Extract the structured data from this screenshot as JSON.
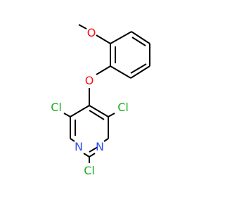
{
  "molecule": {
    "atoms": {
      "methoxy_oxygen": "O",
      "ether_oxygen": "O",
      "chlorine_left": "Cl",
      "chlorine_right": "Cl",
      "chlorine_bottom": "Cl",
      "nitrogen_left": "N",
      "nitrogen_right": "N"
    },
    "colors": {
      "oxygen": "#ff0d0d",
      "chlorine": "#1fae1f",
      "nitrogen": "#3050f8",
      "bond": "#000000"
    }
  }
}
